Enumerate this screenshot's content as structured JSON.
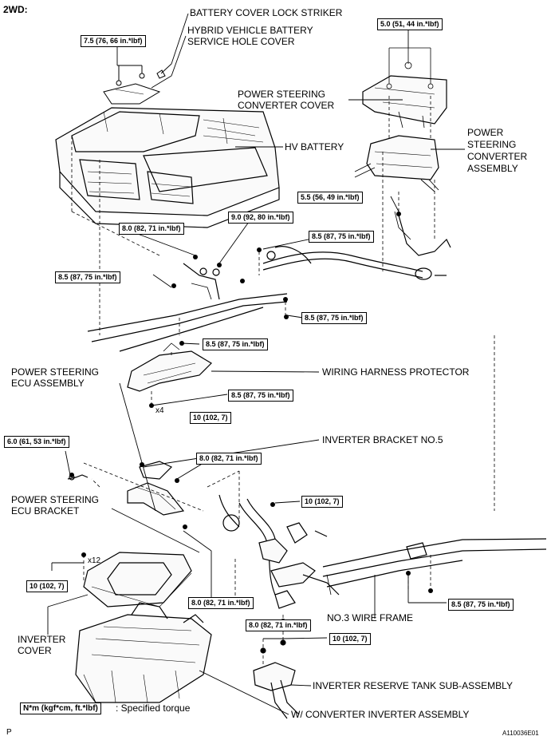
{
  "header": {
    "variant": "2WD:"
  },
  "labels": {
    "battery_cover_lock_striker": "BATTERY COVER LOCK STRIKER",
    "hv_battery_service_hole_cover_1": "HYBRID VEHICLE BATTERY",
    "hv_battery_service_hole_cover_2": "SERVICE HOLE COVER",
    "ps_converter_cover_1": "POWER STEERING",
    "ps_converter_cover_2": "CONVERTER COVER",
    "hv_battery": "HV BATTERY",
    "ps_converter_assembly_1": "POWER",
    "ps_converter_assembly_2": "STEERING",
    "ps_converter_assembly_3": "CONVERTER",
    "ps_converter_assembly_4": "ASSEMBLY",
    "ps_ecu_assembly_1": "POWER STEERING",
    "ps_ecu_assembly_2": "ECU ASSEMBLY",
    "wiring_harness_protector": "WIRING HARNESS PROTECTOR",
    "inverter_bracket_no5": "INVERTER BRACKET NO.5",
    "ps_ecu_bracket_1": "POWER STEERING",
    "ps_ecu_bracket_2": "ECU BRACKET",
    "inverter_cover_1": "INVERTER",
    "inverter_cover_2": "COVER",
    "no3_wire_frame": "NO.3 WIRE FRAME",
    "inverter_reserve_tank": "INVERTER RESERVE TANK SUB-ASSEMBLY",
    "converter_inverter_assembly": "W/ CONVERTER INVERTER ASSEMBLY"
  },
  "torques": {
    "t_7_5": "7.5 (76, 66 in.*lbf)",
    "t_5_0": "5.0 (51, 44 in.*lbf)",
    "t_5_5": "5.5 (56, 49 in.*lbf)",
    "t_8_0_a": "8.0 (82, 71 in.*lbf)",
    "t_9_0": "9.0 (92, 80 in.*lbf)",
    "t_8_5_a": "8.5 (87, 75 in.*lbf)",
    "t_8_5_b": "8.5 (87, 75 in.*lbf)",
    "t_8_5_c": "8.5 (87, 75 in.*lbf)",
    "t_8_5_d": "8.5 (87, 75 in.*lbf)",
    "t_8_5_e": "8.5 (87, 75 in.*lbf)",
    "t_10_a": "10 (102, 7)",
    "t_8_0_b": "8.0 (82, 71 in.*lbf)",
    "t_6_0": "6.0 (61, 53 in.*lbf)",
    "t_10_b": "10 (102, 7)",
    "t_10_c": "10 (102, 7)",
    "t_8_0_c": "8.0 (82, 71 in.*lbf)",
    "t_8_5_f": "8.5 (87, 75 in.*lbf)",
    "t_8_0_d": "8.0 (82, 71 in.*lbf)",
    "t_10_d": "10 (102, 7)"
  },
  "quantities": {
    "x4": "x4",
    "x12": "x12"
  },
  "legend": {
    "unit_box": "N*m (kgf*cm, ft.*lbf)",
    "text": ": Specified torque"
  },
  "footer": {
    "page_marker": "P",
    "figure_id": "A110036E01"
  }
}
